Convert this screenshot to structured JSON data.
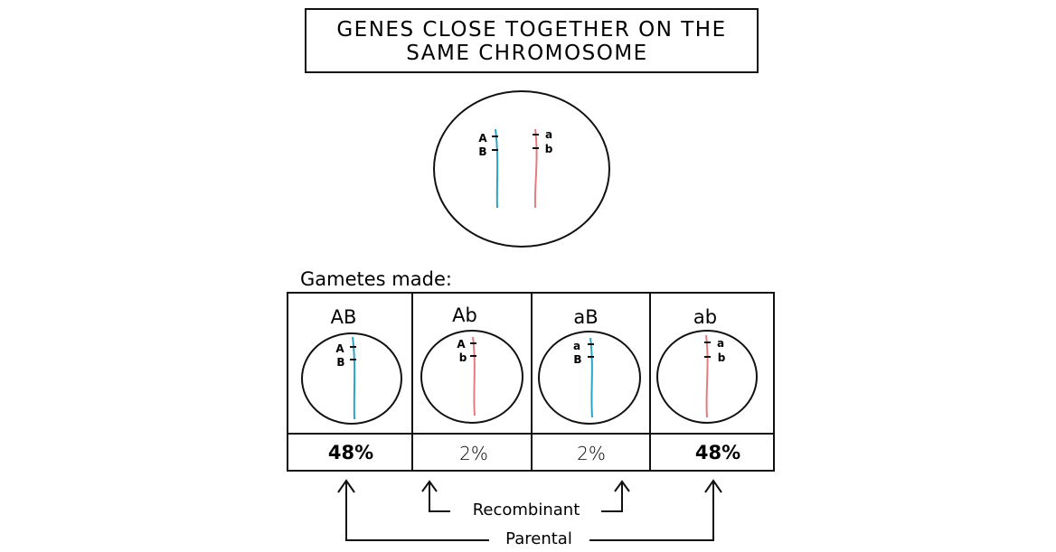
{
  "title": {
    "line1": "GENES CLOSE TOGETHER ON THE",
    "line2": "SAME CHROMOSOME"
  },
  "parent_cell": {
    "left_chromosome_genes": [
      "A",
      "B"
    ],
    "right_chromosome_genes": [
      "a",
      "b"
    ]
  },
  "gametes_label": "Gametes made:",
  "gametes": [
    {
      "heading": "AB",
      "genes": [
        "A",
        "B"
      ],
      "chromosome": "blue",
      "percent": "48%",
      "bold": true
    },
    {
      "heading": "Ab",
      "genes": [
        "A",
        "b"
      ],
      "chromosome": "red",
      "percent": "2%",
      "bold": false
    },
    {
      "heading": "aB",
      "genes": [
        "a",
        "B"
      ],
      "chromosome": "blue",
      "percent": "2%",
      "bold": false
    },
    {
      "heading": "ab",
      "genes": [
        "a",
        "b"
      ],
      "chromosome": "red",
      "percent": "48%",
      "bold": true
    }
  ],
  "labels": {
    "recombinant": "Recombinant",
    "parental": "Parental"
  },
  "colors": {
    "blue_chromosome": "#2aa4c6",
    "red_chromosome": "#e47b80",
    "ink": "#111111"
  }
}
